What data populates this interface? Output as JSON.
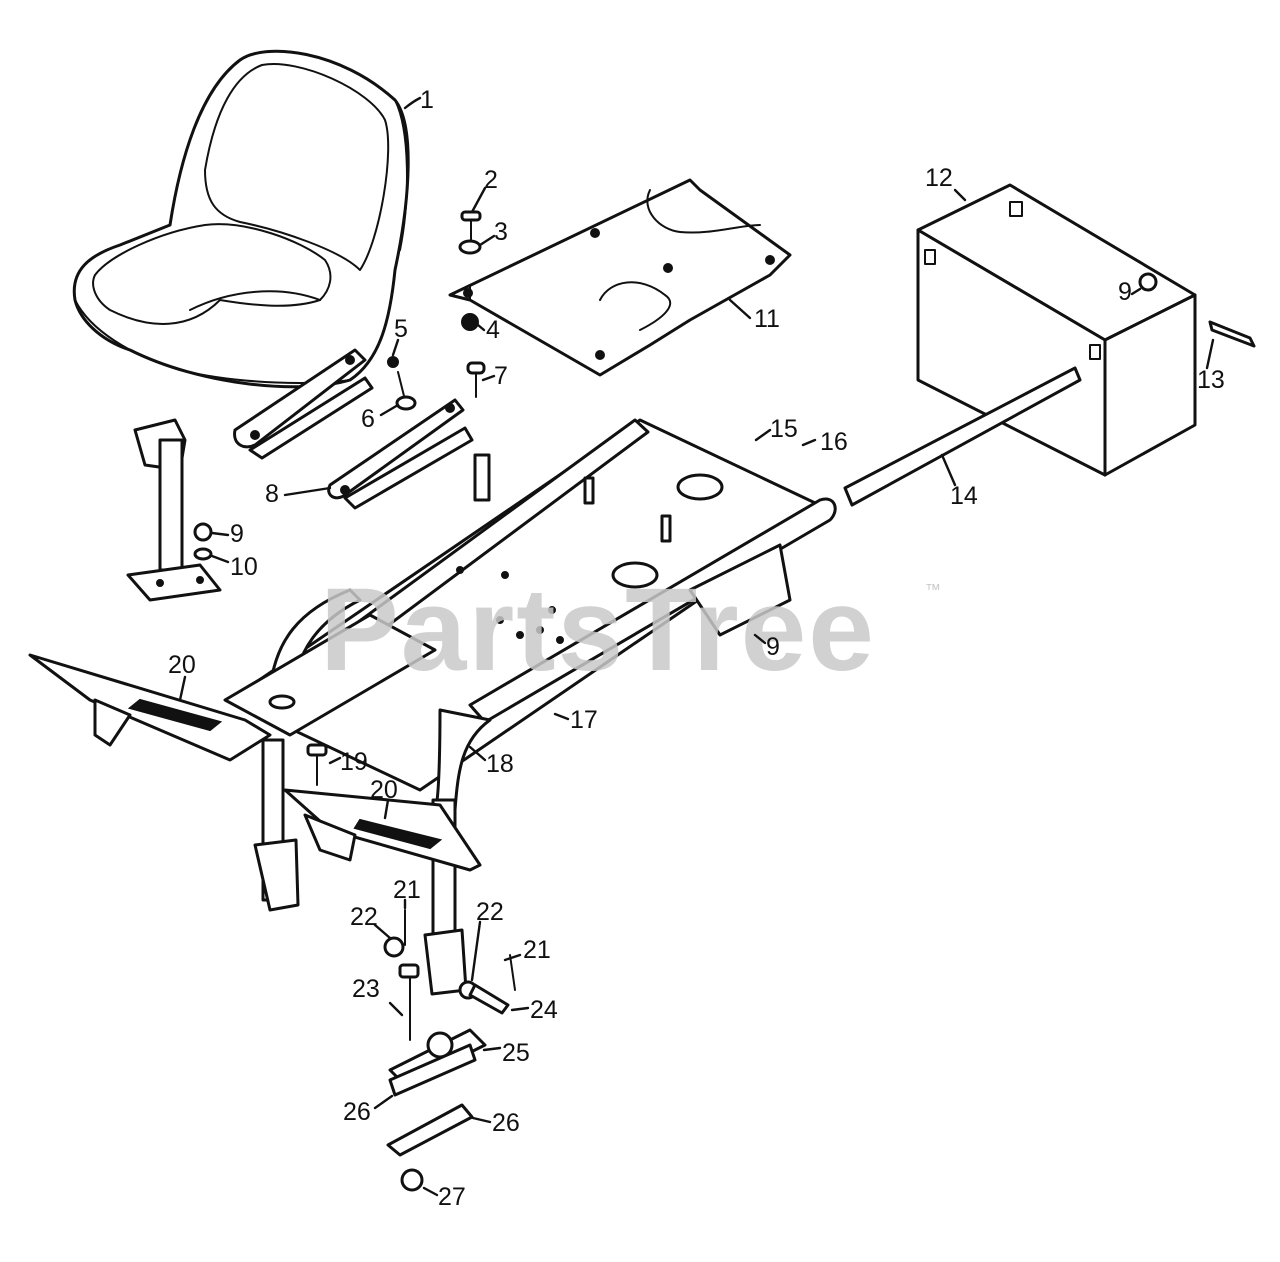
{
  "watermark": {
    "brand": "PartsTree",
    "trademark": "™"
  },
  "callouts": [
    {
      "id": "c1",
      "label": "1"
    },
    {
      "id": "c2",
      "label": "2"
    },
    {
      "id": "c3",
      "label": "3"
    },
    {
      "id": "c4",
      "label": "4"
    },
    {
      "id": "c5",
      "label": "5"
    },
    {
      "id": "c6",
      "label": "6"
    },
    {
      "id": "c7",
      "label": "7"
    },
    {
      "id": "c8",
      "label": "8"
    },
    {
      "id": "c9a",
      "label": "9"
    },
    {
      "id": "c9b",
      "label": "9"
    },
    {
      "id": "c9c",
      "label": "9"
    },
    {
      "id": "c10",
      "label": "10"
    },
    {
      "id": "c11",
      "label": "11"
    },
    {
      "id": "c12",
      "label": "12"
    },
    {
      "id": "c13",
      "label": "13"
    },
    {
      "id": "c14",
      "label": "14"
    },
    {
      "id": "c15",
      "label": "15"
    },
    {
      "id": "c16",
      "label": "16"
    },
    {
      "id": "c17",
      "label": "17"
    },
    {
      "id": "c18",
      "label": "18"
    },
    {
      "id": "c19",
      "label": "19"
    },
    {
      "id": "c20a",
      "label": "20"
    },
    {
      "id": "c20b",
      "label": "20"
    },
    {
      "id": "c21a",
      "label": "21"
    },
    {
      "id": "c21b",
      "label": "21"
    },
    {
      "id": "c22a",
      "label": "22"
    },
    {
      "id": "c22b",
      "label": "22"
    },
    {
      "id": "c23",
      "label": "23"
    },
    {
      "id": "c24",
      "label": "24"
    },
    {
      "id": "c25",
      "label": "25"
    },
    {
      "id": "c26a",
      "label": "26"
    },
    {
      "id": "c26b",
      "label": "26"
    },
    {
      "id": "c27",
      "label": "27"
    }
  ]
}
